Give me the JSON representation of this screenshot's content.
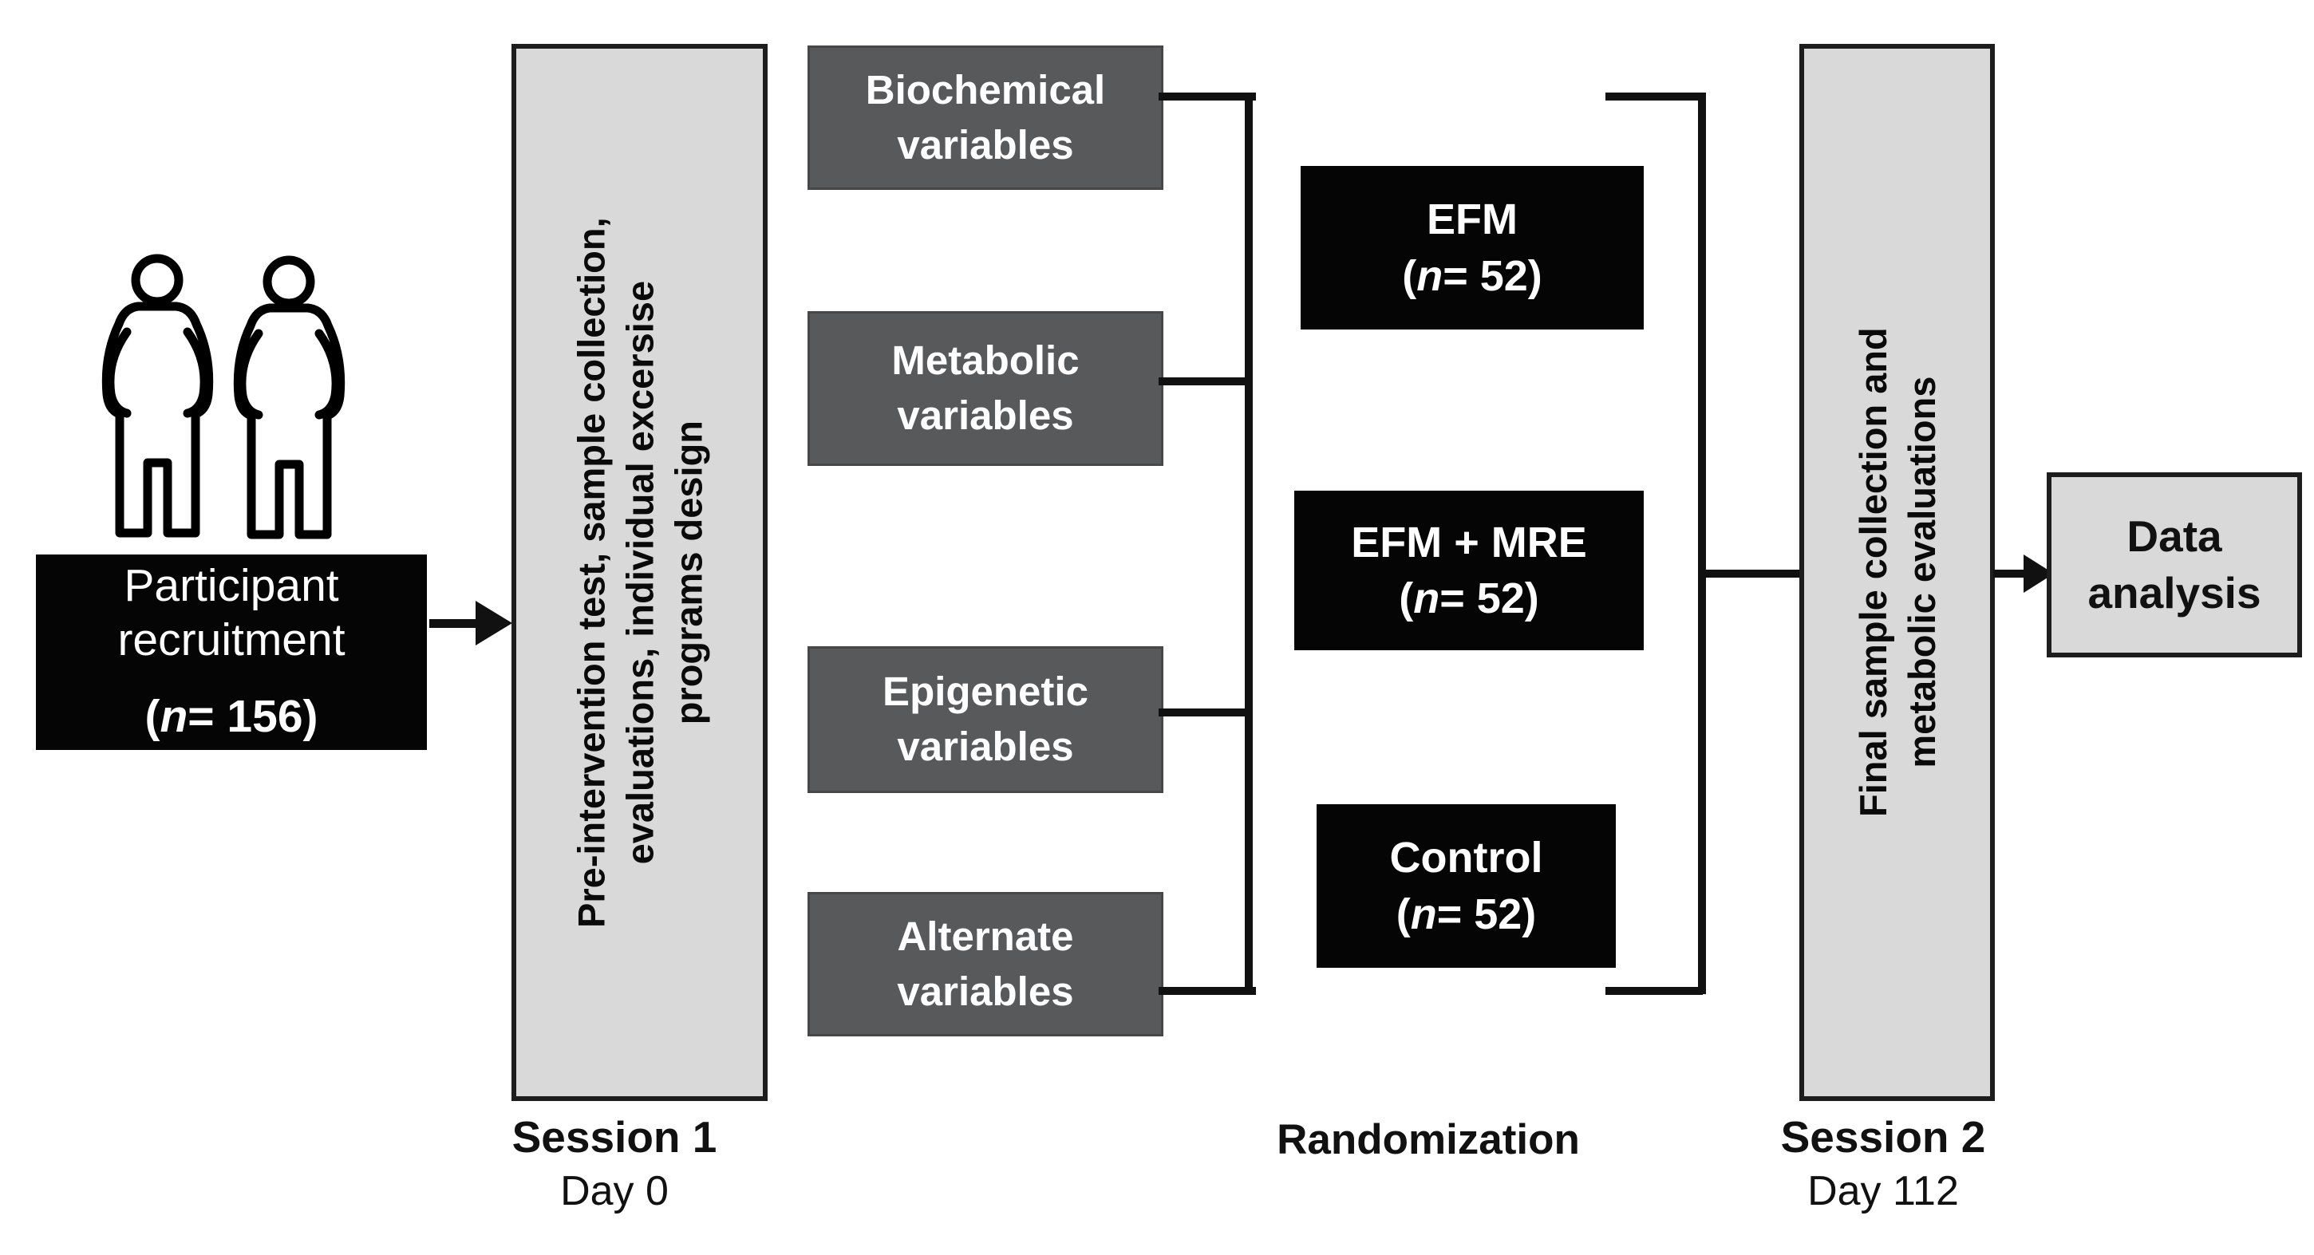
{
  "diagram": {
    "icons": {
      "participants": "two-overweight-people-outline-icon"
    },
    "participant": {
      "line1": "Participant",
      "line2": "recruitment",
      "n_open": "(",
      "n_italic": "n",
      "n_rest": "= 156)"
    },
    "session1": {
      "box_text": "Pre-intervention test, sample collection,\nevaluations, individual excersise\nprograms design",
      "label": "Session 1",
      "sublabel": "Day 0"
    },
    "variables": [
      {
        "line1": "Biochemical",
        "line2": "variables"
      },
      {
        "line1": "Metabolic",
        "line2": "variables"
      },
      {
        "line1": "Epigenetic",
        "line2": "variables"
      },
      {
        "line1": "Alternate",
        "line2": "variables"
      }
    ],
    "groups": [
      {
        "title": "EFM",
        "n_open": "(",
        "n_italic": "n",
        "n_rest": "= 52)"
      },
      {
        "title": "EFM + MRE",
        "n_open": "(",
        "n_italic": "n",
        "n_rest": "= 52)"
      },
      {
        "title": "Control",
        "n_open": "(",
        "n_italic": "n",
        "n_rest": "= 52)"
      }
    ],
    "randomization_label": "Randomization",
    "session2": {
      "box_text": "Final sample collection and\nmetabolic evaluations",
      "label": "Session 2",
      "sublabel": "Day 112"
    },
    "data_analysis": {
      "line1": "Data",
      "line2": "analysis"
    },
    "colors": {
      "black_box": "#050505",
      "dark_gray_box": "#58595b",
      "light_gray_box": "#d9d9d9",
      "box_border": "#1d1d1d",
      "line": "#111111",
      "text_light": "#ffffff",
      "text_dark": "#111111"
    }
  }
}
